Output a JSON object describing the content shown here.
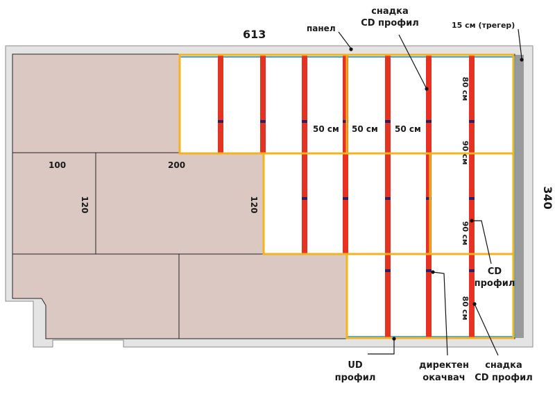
{
  "dimensions": {
    "width_label": "613",
    "height_label": "340"
  },
  "sheets": {
    "label_100": "100",
    "label_200": "200",
    "label_120_left": "120",
    "label_120_right": "120"
  },
  "spacing": {
    "s1": "50 см",
    "s2": "50 см",
    "s3": "50 см",
    "v80_top": "80 см",
    "v90_mid": "90 см",
    "v90_low": "90 см",
    "v80_bottom": "80 см"
  },
  "callouts": {
    "panel": "панел",
    "snap_cd_top_1": "снадка",
    "snap_cd_top_2": "CD профил",
    "trager": "15 см (трегер)",
    "cd_1": "CD",
    "cd_2": "профил",
    "ud_1": "UD",
    "ud_2": "профил",
    "hanger_1": "директен",
    "hanger_2": "окачвач",
    "snap_cd_bottom_1": "снадка",
    "snap_cd_bottom_2": "CD профил"
  },
  "colors": {
    "wall": "#e4e4e4",
    "wall_edge": "#888888",
    "board": "#dcc8c2",
    "panel_border": "#f5b21b",
    "cd_profile": "#e53323",
    "ud_line": "#46a6d6",
    "hanger": "#26216b",
    "trager": "#9a9a9a"
  }
}
